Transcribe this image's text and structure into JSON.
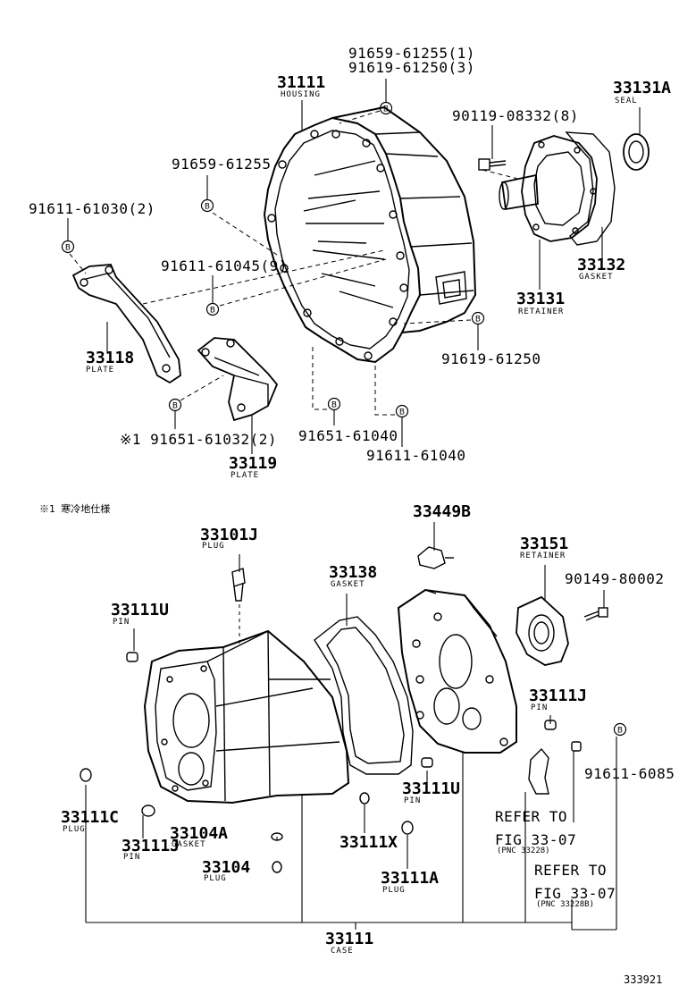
{
  "top": {
    "housing": {
      "pn": "31111",
      "name": "HOUSING"
    },
    "bolt_a": "91659-61255(1)",
    "bolt_b": "91619-61250(3)",
    "seal": {
      "pn": "33131A",
      "name": "SEAL"
    },
    "retainer_bolt": "90119-08332(8)",
    "bolt_c": "91659-61255",
    "bolt_d": "91611-61030(2)",
    "bolt_e": "91611-61045(9)",
    "gasket": {
      "pn": "33132",
      "name": "GASKET"
    },
    "retainer": {
      "pn": "33131",
      "name": "RETAINER"
    },
    "plate1": {
      "pn": "33118",
      "name": "PLATE"
    },
    "bolt_f": "91619-61250",
    "bolt_g": "※1 91651-61032(2)",
    "bolt_h": "91651-61040",
    "bolt_i": "91611-61040",
    "plate2": {
      "pn": "33119",
      "name": "PLATE"
    }
  },
  "footnote": "※1 寒冷地仕様",
  "bottom": {
    "sensor": "33449B",
    "plug_top": {
      "pn": "33101J",
      "name": "PLUG"
    },
    "gasket": {
      "pn": "33138",
      "name": "GASKET"
    },
    "retainer": {
      "pn": "33151",
      "name": "RETAINER"
    },
    "retainer_bolt": "90149-80002",
    "pin_u1": {
      "pn": "33111U",
      "name": "PIN"
    },
    "pin_j1": {
      "pn": "33111J",
      "name": "PIN"
    },
    "bolt_r": "91611-6085",
    "pin_u2": {
      "pn": "33111U",
      "name": "PIN"
    },
    "plug_c": {
      "pn": "33111C",
      "name": "PLUG"
    },
    "gasket_a": {
      "pn": "33104A",
      "name": "GASKET"
    },
    "pin_j2": {
      "pn": "33111J",
      "name": "PIN"
    },
    "pin_x": "33111X",
    "refer1": {
      "l1": "REFER TO",
      "l2": "FIG 33-07",
      "l3": "(PNC 33228)"
    },
    "refer2": {
      "l1": "REFER TO",
      "l2": "FIG 33-07",
      "l3": "(PNC 33228B)"
    },
    "plug_104": {
      "pn": "33104",
      "name": "PLUG"
    },
    "plug_a": {
      "pn": "33111A",
      "name": "PLUG"
    },
    "case": {
      "pn": "33111",
      "name": "CASE"
    }
  },
  "figure_id": "333921",
  "bolt_symbol": "B"
}
